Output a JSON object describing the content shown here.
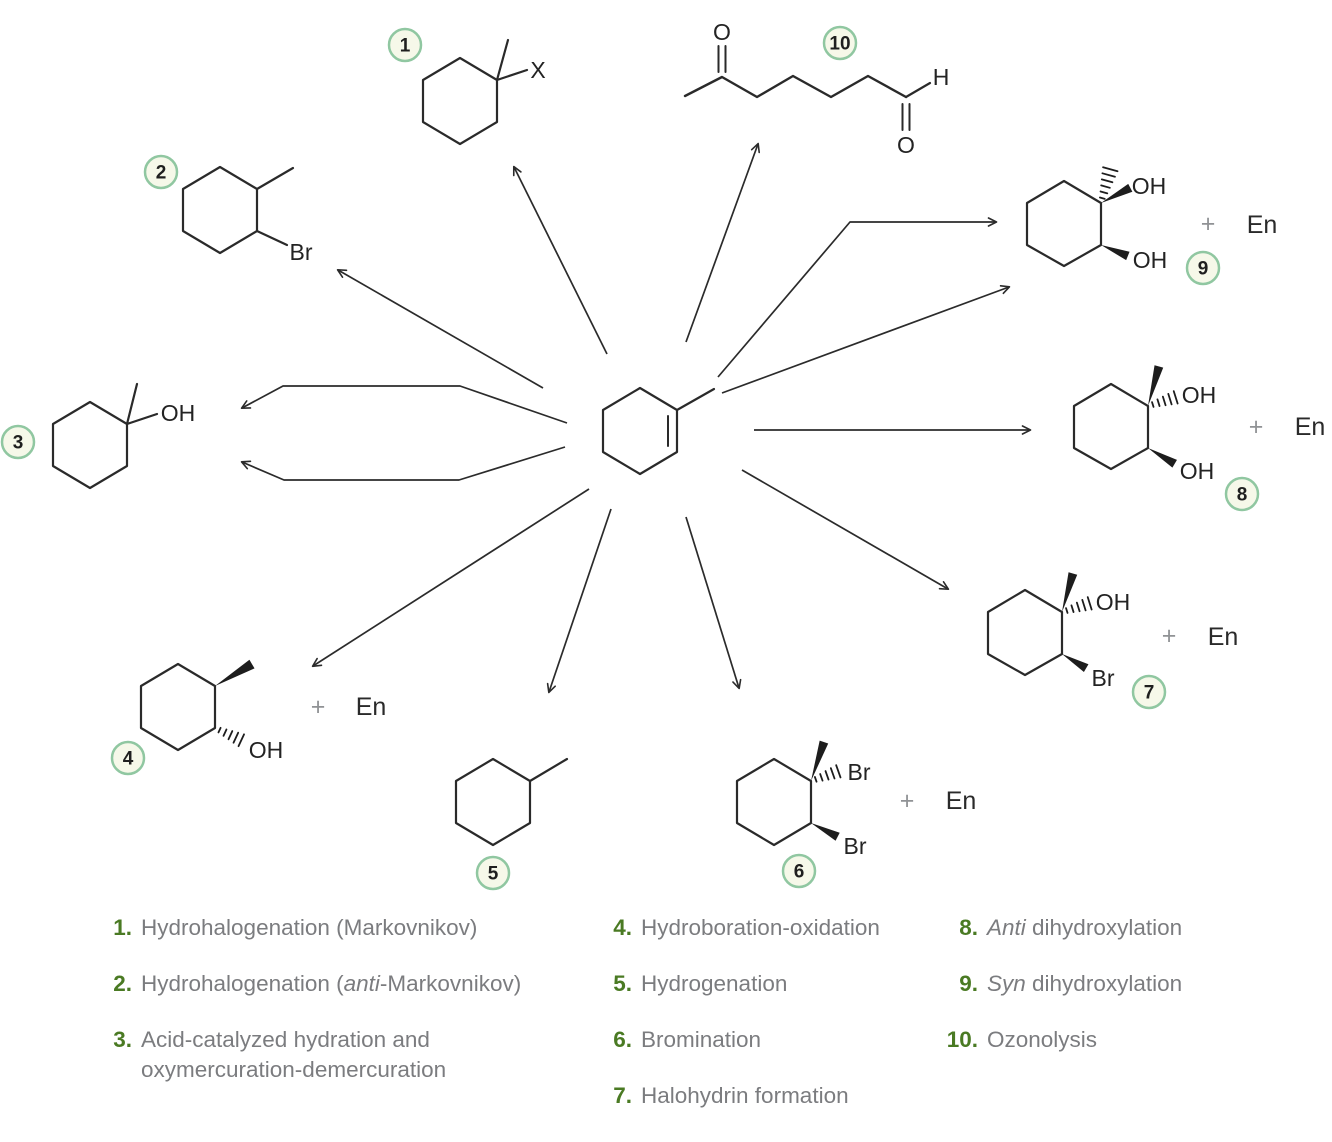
{
  "diagram": {
    "badges": [
      "1",
      "2",
      "3",
      "4",
      "5",
      "6",
      "7",
      "8",
      "9",
      "10"
    ],
    "labels": {
      "plus": "+",
      "en": "En",
      "x": "X",
      "br": "Br",
      "oh": "OH",
      "o": "O",
      "h": "H"
    }
  },
  "legend": {
    "items": [
      {
        "num": "1.",
        "pre": "Hydrohalogenation (Markovnikov)"
      },
      {
        "num": "2.",
        "pre": "Hydrohalogenation (",
        "italic": "anti",
        "post": "-Markovnikov)"
      },
      {
        "num": "3.",
        "pre": "Acid-catalyzed hydration and",
        "line2": "oxymercuration-demercuration"
      },
      {
        "num": "4.",
        "pre": "Hydroboration-oxidation"
      },
      {
        "num": "5.",
        "pre": "Hydrogenation"
      },
      {
        "num": "6.",
        "pre": "Bromination"
      },
      {
        "num": "7.",
        "pre": "Halohydrin formation"
      },
      {
        "num": "8.",
        "italic": "Anti",
        "post": " dihydroxylation"
      },
      {
        "num": "9.",
        "italic": "Syn",
        "post": " dihydroxylation"
      },
      {
        "num": "10.",
        "pre": "Ozonolysis"
      }
    ]
  }
}
